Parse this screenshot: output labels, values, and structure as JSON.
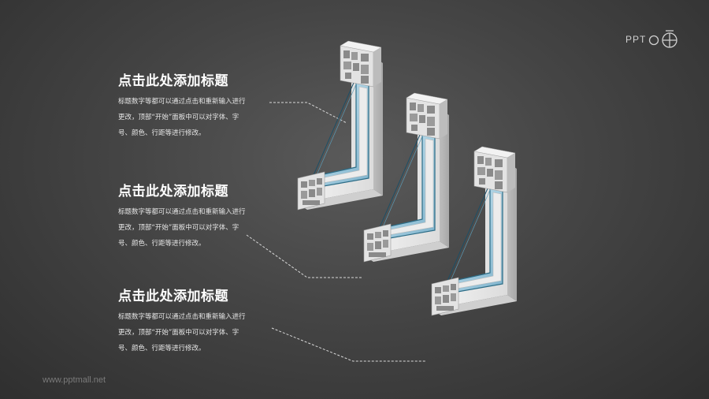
{
  "logo": {
    "text": "PPT",
    "icon": "bell-ring-logo-icon"
  },
  "blocks": [
    {
      "title": "点击此处添加标题",
      "lines": [
        "标题数字等都可以通过点击和重新输入进行",
        "更改，顶部“开始”面板中可以对字体、字",
        "号、颜色、行距等进行修改。"
      ]
    },
    {
      "title": "点击此处添加标题",
      "lines": [
        "标题数字等都可以通过点击和重新输入进行",
        "更改，顶部“开始”面板中可以对字体、字",
        "号、颜色、行距等进行修改。"
      ]
    },
    {
      "title": "点击此处添加标题",
      "lines": [
        "标题数字等都可以通过点击和重新输入进行",
        "更改，顶部“开始”面板中可以对字体、字",
        "号、颜色、行距等进行修改。"
      ]
    }
  ],
  "watermark": "www.pptmall.net",
  "colors": {
    "frame": "#e9e8e8",
    "frame_shade": "#c9c8c8",
    "glass": "#9fc8de",
    "glass_edge": "#2c6c86"
  }
}
